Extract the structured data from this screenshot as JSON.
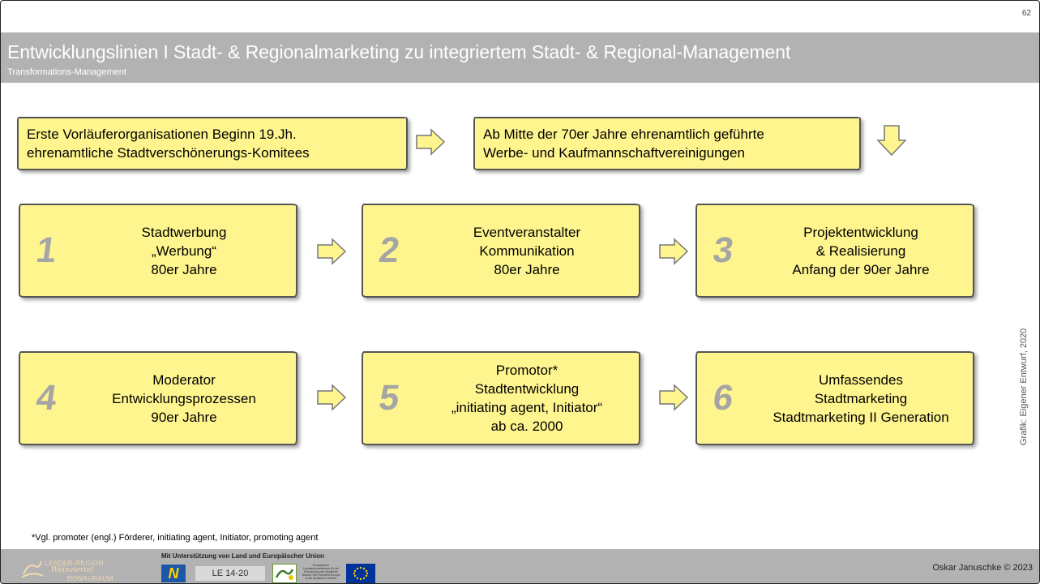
{
  "page_number": "62",
  "header": {
    "title": "Entwicklungslinien I Stadt- & Regionalmarketing zu integriertem Stadt- & Regional-Management",
    "subtitle": "Transformations-Management"
  },
  "intro_boxes": [
    {
      "lines": [
        "Erste Vorläuferorganisationen Beginn 19.Jh.",
        "ehrenamtliche Stadtverschönerungs-Komitees"
      ]
    },
    {
      "lines": [
        "Ab Mitte der 70er Jahre ehrenamtlich geführte",
        "Werbe- und Kaufmannschaftvereinigungen"
      ]
    }
  ],
  "steps": [
    {
      "number": "1",
      "lines": [
        "Stadtwerbung",
        "„Werbung“",
        "80er Jahre"
      ]
    },
    {
      "number": "2",
      "lines": [
        "Eventveranstalter",
        "Kommunikation",
        "80er Jahre"
      ]
    },
    {
      "number": "3",
      "lines": [
        "Projektentwicklung",
        "& Realisierung",
        "Anfang der 90er Jahre"
      ]
    },
    {
      "number": "4",
      "lines": [
        "Moderator",
        "Entwicklungsprozessen",
        "90er Jahre"
      ]
    },
    {
      "number": "5",
      "lines": [
        "Promotor*",
        "Stadtentwicklung",
        "„initiating agent, Initiator“",
        "ab ca. 2000"
      ]
    },
    {
      "number": "6",
      "lines": [
        "Umfassendes",
        "Stadtmarketing",
        "Stadtmarketing II Generation"
      ]
    }
  ],
  "footnote": "*Vgl. promoter (engl.) Förderer, initiating agent, Initiator, promoting agent",
  "side_note": "Grafik: Eigener Entwurf, 2020",
  "footer": {
    "leader_logo": {
      "line1": "LEADER-REGION",
      "line2": "Weinviertel",
      "line3": "DONAURAUM"
    },
    "support_text": "Mit Unterstützung von Land und Europäischer Union",
    "le_logo": "LE 14-20",
    "eafrd_text": "Europäischer Landwirtschaftsfonds für die Entwicklung des ländlichen Raums: Hier investiert Europa in die ländlichen Gebiete",
    "copyright": "Oskar Januschke © 2023"
  },
  "colors": {
    "box_fill": "#fff58e",
    "box_border": "#555555",
    "header_bg": "#b2b2b2",
    "footer_bg": "#b2b2b2",
    "step_number": "#a5a5a5",
    "arrow_fill": "#fff58e"
  },
  "icons": {
    "flow_arrow": "block-arrow-right-icon",
    "flow_arrow_down": "block-arrow-down-icon"
  }
}
